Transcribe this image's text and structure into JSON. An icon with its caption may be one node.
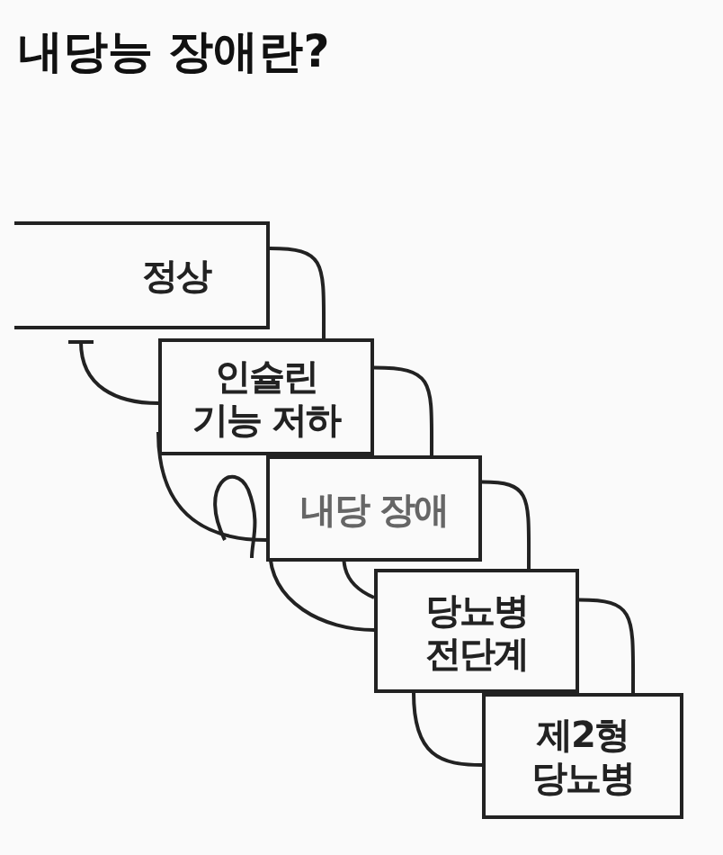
{
  "diagram": {
    "title": "내당능 장애란?",
    "nodes": [
      {
        "text": [
          "정상"
        ]
      },
      {
        "text": [
          "인슐린 기능 저하"
        ]
      },
      {
        "text": [
          "내당 장애"
        ]
      },
      {
        "text": [
          "당뇨병 전단계"
        ]
      },
      {
        "text": [
          "제2형 당뇨병"
        ]
      }
    ],
    "edges": [
      {
        "from": 0,
        "to": 1,
        "arrow": "none"
      },
      {
        "from": 1,
        "to": 2,
        "arrow": "none"
      },
      {
        "from": 2,
        "to": 3,
        "arrow": "none"
      },
      {
        "from": 3,
        "to": 4,
        "arrow": "none"
      }
    ]
  }
}
